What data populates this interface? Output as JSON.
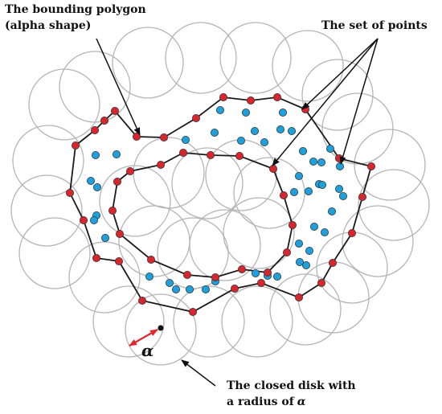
{
  "labels": {
    "polygon_line1": "The bounding polygon",
    "polygon_line2": "(alpha shape)",
    "points": "The set of points",
    "disk_line1": "The closed disk with",
    "disk_line2_prefix": "a  radius of",
    "alpha_symbol": "α",
    "radius_symbol": "α"
  },
  "colors": {
    "circle_stroke": "#b5b5b5",
    "polygon_stroke": "#1a1a1a",
    "vertex_fill": "#d7262e",
    "interior_point_fill": "#1ea0dc",
    "point_stroke": "#333333",
    "radius_arrow": "#e0262e",
    "annotation_arrow": "#111111",
    "label_text": "#111111"
  }
}
